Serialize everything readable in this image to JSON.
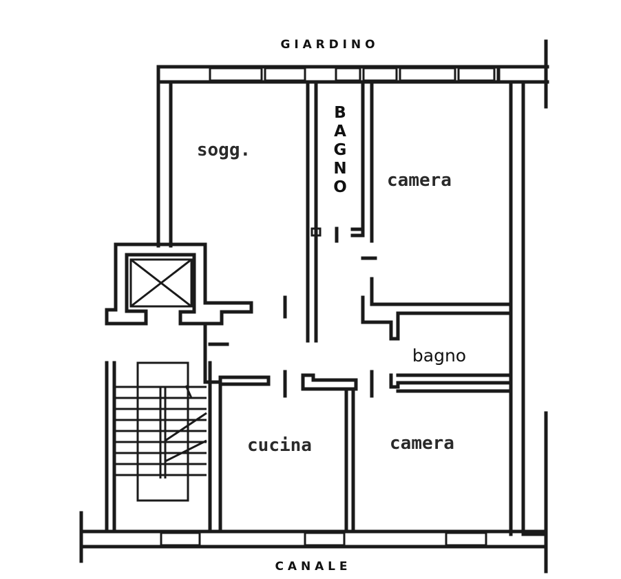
{
  "plan": {
    "streets": {
      "top": "G I A R D I N O",
      "bottom": "C A N A L E"
    },
    "rooms": {
      "living": "sogg.",
      "bath_main": [
        "B",
        "A",
        "G",
        "N",
        "O"
      ],
      "bedroom_top": "camera",
      "bath_small": "bagno",
      "kitchen": "cucina",
      "bedroom_bottom": "camera"
    }
  }
}
